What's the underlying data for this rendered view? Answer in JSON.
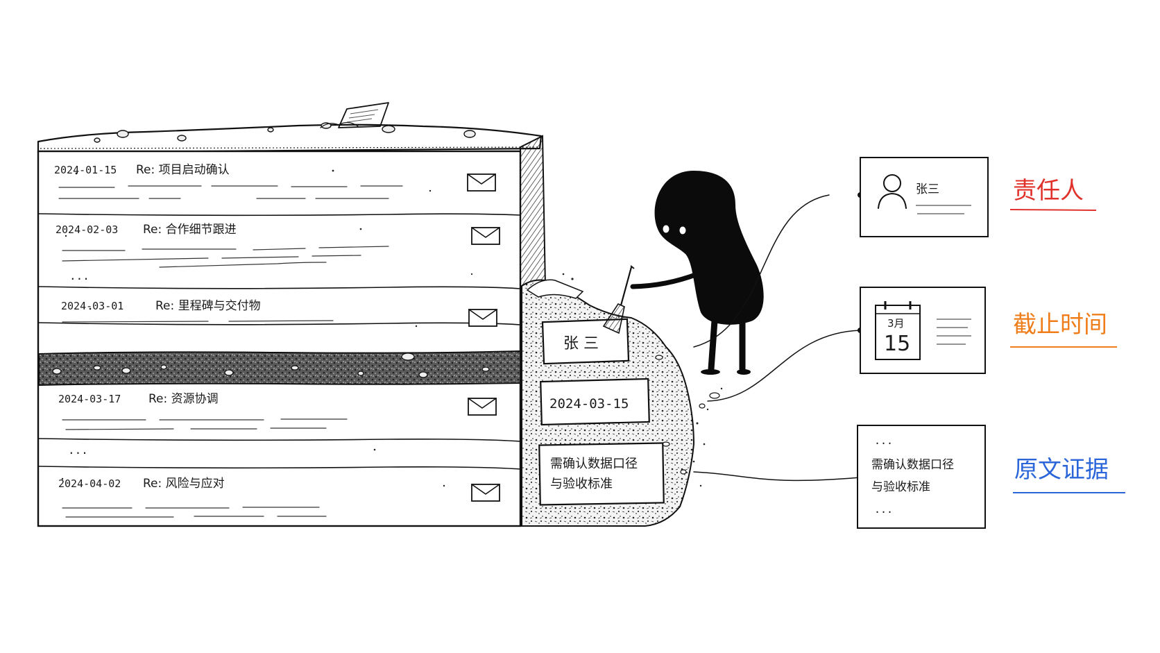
{
  "emails": [
    {
      "date": "2024-01-15",
      "subject": "Re:  项目启动确认",
      "icon": "envelope-icon"
    },
    {
      "date": "2024-02-03",
      "subject": "Re:  合作细节跟进",
      "icon": "envelope-icon"
    },
    {
      "date": "2024-03-01",
      "subject": "Re:  里程碑与交付物",
      "icon": "envelope-icon"
    },
    {
      "date": "2024-03-17",
      "subject": "Re:  资源协调",
      "icon": "envelope-icon"
    },
    {
      "date": "2024-04-02",
      "subject": "Re:  风险与应对",
      "icon": "envelope-icon"
    }
  ],
  "ellipsis": "...",
  "dig_tags": {
    "owner": "张 三",
    "date": "2024-03-15",
    "evidence_line1": "需确认数据口径",
    "evidence_line2": "与验收标准"
  },
  "cards": {
    "owner": {
      "name": "张三",
      "icon": "person-icon"
    },
    "deadline": {
      "month": "3月",
      "day": "15",
      "icon": "calendar-icon"
    },
    "evidence": {
      "top": "...",
      "line1": "需确认数据口径",
      "line2": "与验收标准",
      "bottom": "..."
    }
  },
  "labels": {
    "owner": "责任人",
    "deadline": "截止时间",
    "evidence": "原文证据"
  },
  "colors": {
    "owner": "#e0312b",
    "deadline": "#ef7d1a",
    "evidence": "#2a66d9"
  }
}
